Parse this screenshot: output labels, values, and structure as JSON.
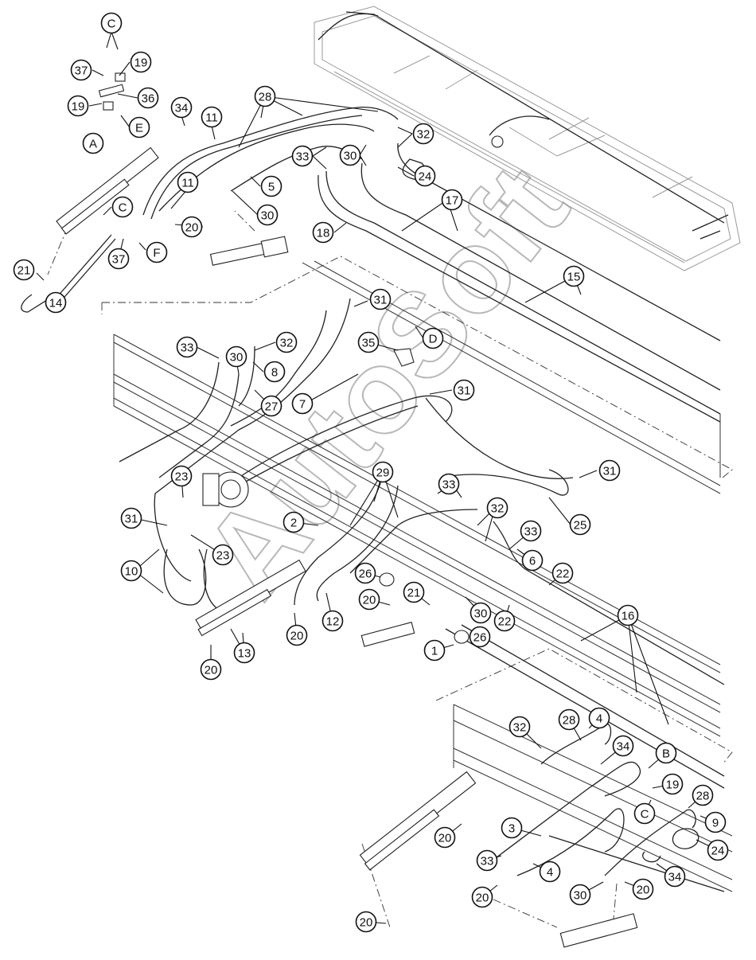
{
  "watermark": "AutoSoft",
  "callouts": [
    {
      "id": "c-C-1",
      "label": "C"
    },
    {
      "id": "c-37-1",
      "label": "37"
    },
    {
      "id": "c-19-1",
      "label": "19"
    },
    {
      "id": "c-36",
      "label": "36"
    },
    {
      "id": "c-19-2",
      "label": "19"
    },
    {
      "id": "c-E",
      "label": "E"
    },
    {
      "id": "c-A",
      "label": "A"
    },
    {
      "id": "c-34-1",
      "label": "34"
    },
    {
      "id": "c-11-1",
      "label": "11"
    },
    {
      "id": "c-28-1",
      "label": "28"
    },
    {
      "id": "c-32-1",
      "label": "32"
    },
    {
      "id": "c-33-1",
      "label": "33"
    },
    {
      "id": "c-30-1",
      "label": "30"
    },
    {
      "id": "c-24-1",
      "label": "24"
    },
    {
      "id": "c-5",
      "label": "5"
    },
    {
      "id": "c-11-2",
      "label": "11"
    },
    {
      "id": "c-30-2",
      "label": "30"
    },
    {
      "id": "c-17",
      "label": "17"
    },
    {
      "id": "c-C-2",
      "label": "C"
    },
    {
      "id": "c-20-1",
      "label": "20"
    },
    {
      "id": "c-18",
      "label": "18"
    },
    {
      "id": "c-37-2",
      "label": "37"
    },
    {
      "id": "c-F",
      "label": "F"
    },
    {
      "id": "c-21-1",
      "label": "21"
    },
    {
      "id": "c-14",
      "label": "14"
    },
    {
      "id": "c-15",
      "label": "15"
    },
    {
      "id": "c-31-1",
      "label": "31"
    },
    {
      "id": "c-35",
      "label": "35"
    },
    {
      "id": "c-D",
      "label": "D"
    },
    {
      "id": "c-33-2",
      "label": "33"
    },
    {
      "id": "c-32-2",
      "label": "32"
    },
    {
      "id": "c-30-3",
      "label": "30"
    },
    {
      "id": "c-8",
      "label": "8"
    },
    {
      "id": "c-27",
      "label": "27"
    },
    {
      "id": "c-7",
      "label": "7"
    },
    {
      "id": "c-31-2",
      "label": "31"
    },
    {
      "id": "c-31-3",
      "label": "31"
    },
    {
      "id": "c-23-1",
      "label": "23"
    },
    {
      "id": "c-29",
      "label": "29"
    },
    {
      "id": "c-33-3",
      "label": "33"
    },
    {
      "id": "c-25",
      "label": "25"
    },
    {
      "id": "c-31-4",
      "label": "31"
    },
    {
      "id": "c-2",
      "label": "2"
    },
    {
      "id": "c-32-3",
      "label": "32"
    },
    {
      "id": "c-33-4",
      "label": "33"
    },
    {
      "id": "c-10",
      "label": "10"
    },
    {
      "id": "c-23-2",
      "label": "23"
    },
    {
      "id": "c-6",
      "label": "6"
    },
    {
      "id": "c-22-1",
      "label": "22"
    },
    {
      "id": "c-26-1",
      "label": "26"
    },
    {
      "id": "c-20-2",
      "label": "20"
    },
    {
      "id": "c-21-2",
      "label": "21"
    },
    {
      "id": "c-30-4",
      "label": "30"
    },
    {
      "id": "c-16",
      "label": "16"
    },
    {
      "id": "c-22-2",
      "label": "22"
    },
    {
      "id": "c-12",
      "label": "12"
    },
    {
      "id": "c-20-3",
      "label": "20"
    },
    {
      "id": "c-13",
      "label": "13"
    },
    {
      "id": "c-26-2",
      "label": "26"
    },
    {
      "id": "c-1",
      "label": "1"
    },
    {
      "id": "c-20-4",
      "label": "20"
    },
    {
      "id": "c-32-4",
      "label": "32"
    },
    {
      "id": "c-28-2",
      "label": "28"
    },
    {
      "id": "c-4-1",
      "label": "4"
    },
    {
      "id": "c-34-2",
      "label": "34"
    },
    {
      "id": "c-B",
      "label": "B"
    },
    {
      "id": "c-19-3",
      "label": "19"
    },
    {
      "id": "c-28-3",
      "label": "28"
    },
    {
      "id": "c-C-3",
      "label": "C"
    },
    {
      "id": "c-20-5",
      "label": "20"
    },
    {
      "id": "c-3",
      "label": "3"
    },
    {
      "id": "c-9",
      "label": "9"
    },
    {
      "id": "c-24-2",
      "label": "24"
    },
    {
      "id": "c-33-5",
      "label": "33"
    },
    {
      "id": "c-4-2",
      "label": "4"
    },
    {
      "id": "c-34-3",
      "label": "34"
    },
    {
      "id": "c-20-6",
      "label": "20"
    },
    {
      "id": "c-30-5",
      "label": "30"
    },
    {
      "id": "c-20-7",
      "label": "20"
    },
    {
      "id": "c-20-8",
      "label": "20"
    }
  ]
}
